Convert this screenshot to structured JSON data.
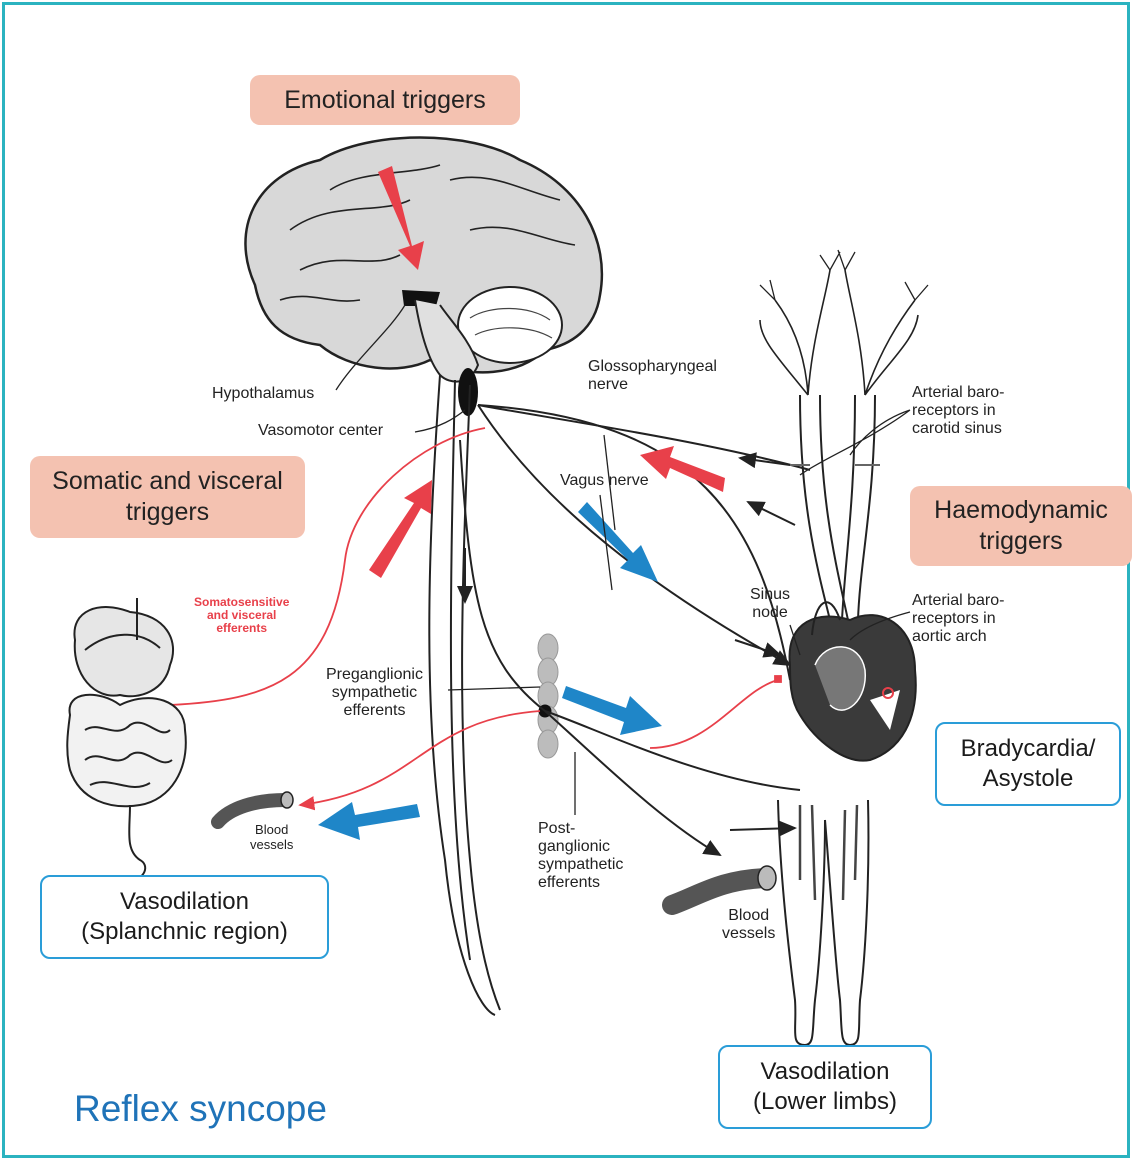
{
  "title": "Reflex syncope",
  "triggers": {
    "emotional": "Emotional triggers",
    "somatic": "Somatic and visceral\ntriggers",
    "haemodynamic": "Haemodynamic\ntriggers"
  },
  "effects": {
    "bradycardia": "Bradycardia/\nAsystole",
    "vasodilation_splanchnic": "Vasodilation\n(Splanchnic region)",
    "vasodilation_lower": "Vasodilation\n(Lower limbs)"
  },
  "labels": {
    "hypothalamus": "Hypothalamus",
    "vasomotor_center": "Vasomotor center",
    "glossopharyngeal": "Glossopharyngeal\nnerve",
    "vagus": "Vagus nerve",
    "baro_carotid": "Arterial baro-\nreceptors in\ncarotid sinus",
    "baro_aortic": "Arterial baro-\nreceptors in\naortic arch",
    "sinus_node": "Sinus\nnode",
    "preganglionic": "Preganglionic\nsympathetic\nefferents",
    "postganglionic": "Post-\nganglionic\nsympathetic\nefferents",
    "blood_vessels_left": "Blood\nvessels",
    "blood_vessels_right": "Blood\nvessels",
    "somatosensitive": "Somatosensitive\nand visceral\nefferents"
  },
  "colors": {
    "frame": "#2bb3c0",
    "trigger_fill": "#f4c2b1",
    "effect_border": "#2a9dd8",
    "red_arrow": "#e8404a",
    "blue_arrow": "#1f86c8",
    "title": "#1f73b8"
  }
}
